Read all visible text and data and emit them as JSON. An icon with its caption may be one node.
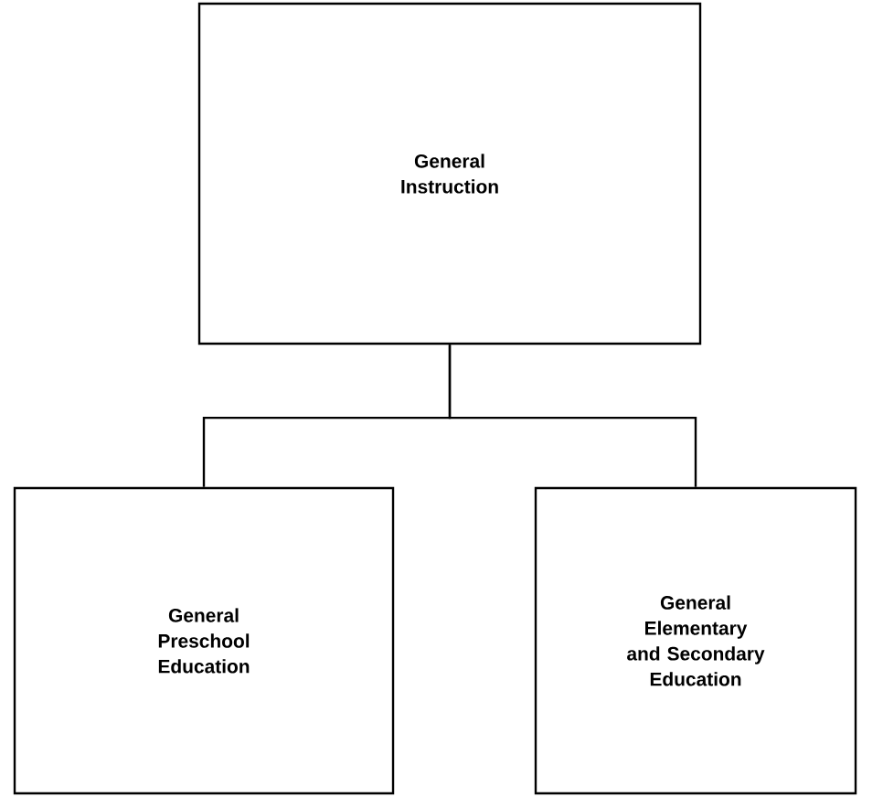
{
  "diagram": {
    "nodes": [
      {
        "text": [
          "General Instruction"
        ]
      },
      {
        "text": [
          "General Preschool Education"
        ]
      },
      {
        "text": [
          "General Elementary and Secondary Education"
        ]
      }
    ],
    "edges": [
      {
        "from": 0,
        "to": 1,
        "arrow": "none"
      },
      {
        "from": 0,
        "to": 2,
        "arrow": "none"
      }
    ]
  }
}
